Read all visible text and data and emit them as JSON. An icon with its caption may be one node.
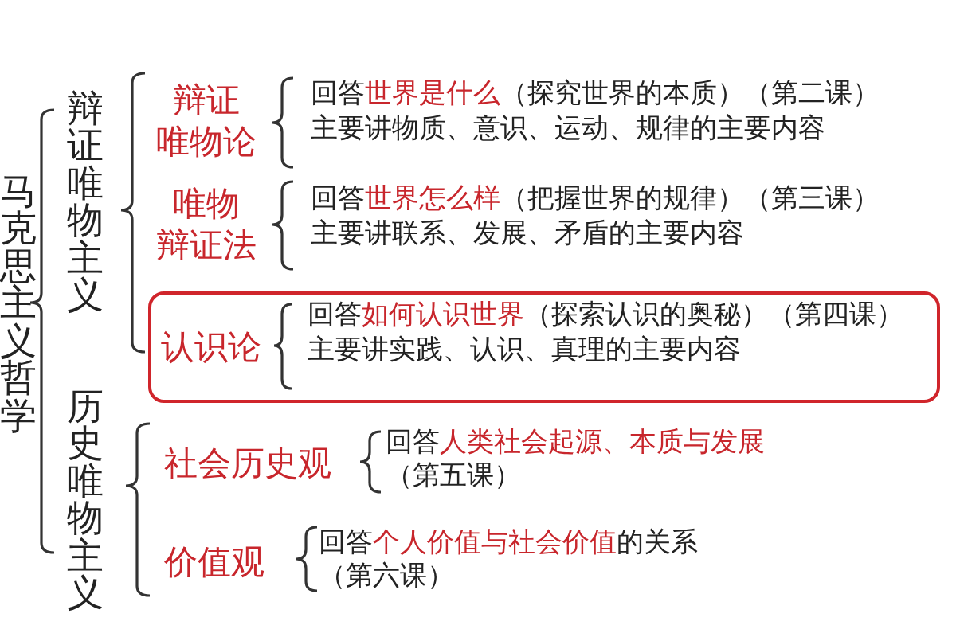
{
  "diagram": {
    "nodes": [
      {
        "text": [
          "认识论",
          "回答**如何认识世界**（探索认识的奥秘）（第四课）",
          "主要讲实践、认识、真理的主要内容"
        ]
      }
    ],
    "labels": [
      "马克思主义哲学",
      "辩证唯物主义",
      "辩证唯物论",
      "回答**世界是什么**（探究世界的本质）（第二课）",
      "主要讲物质、意识、运动、规律的主要内容",
      "唯物辩证法",
      "回答**世界怎么样**（把握世界的规律）（第三课）",
      "主要讲联系、发展、矛盾的主要内容",
      "历史唯物主义",
      "社会历史观",
      "回答**人类社会起源、本质与发展**（第五课）",
      "价值观",
      "回答**个人价值与社会价值**的关系（第六课）"
    ]
  }
}
